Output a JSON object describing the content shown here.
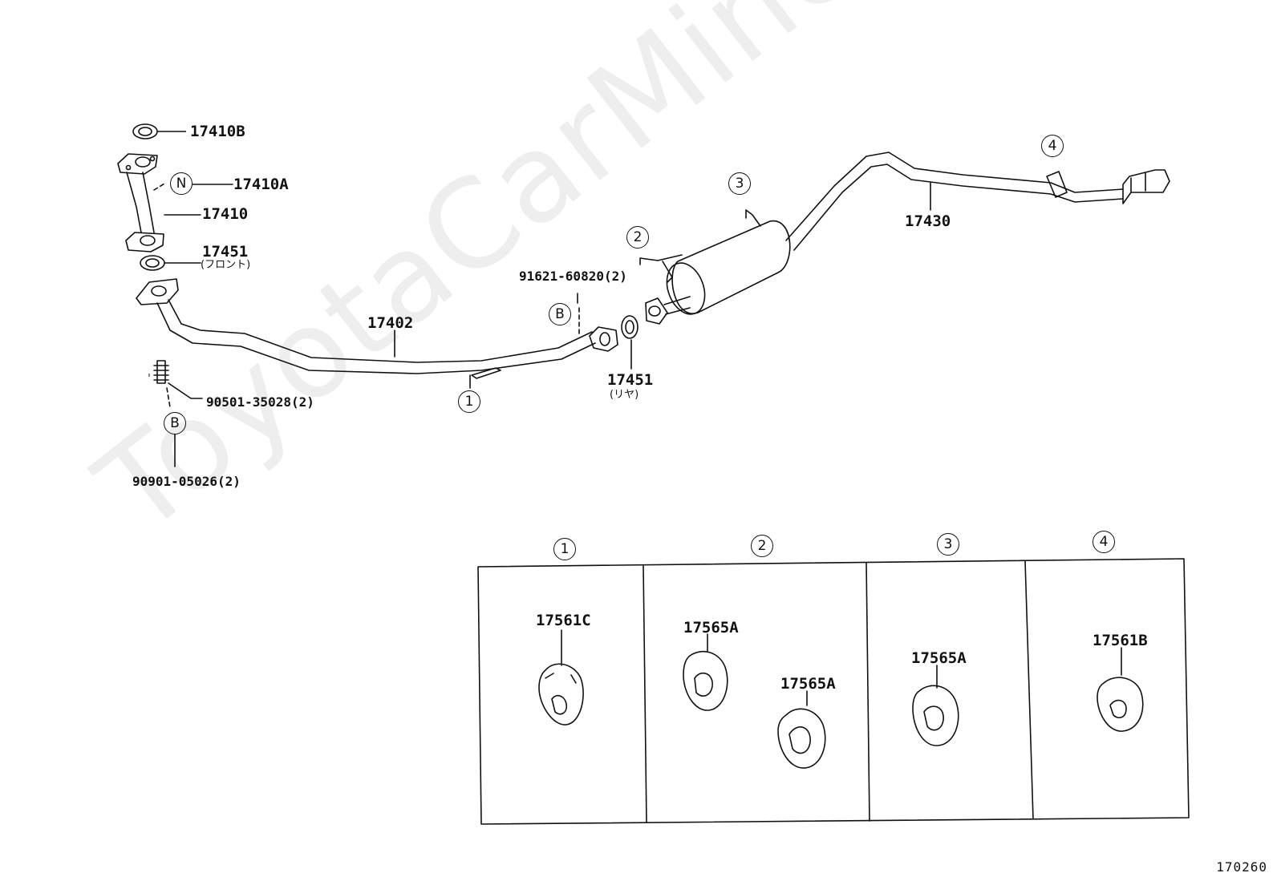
{
  "watermark": "ToyotaCarMiner.ru",
  "parts": {
    "p17410B": "17410B",
    "p17410A": "17410A",
    "p17410": "17410",
    "p17451_front": "17451",
    "p17451_front_note": "(フロント)",
    "p17402": "17402",
    "p90501": "90501-35028(2)",
    "p90901": "90901-05026(2)",
    "p91621": "91621-60820(2)",
    "p17451_rear": "17451",
    "p17451_rear_note": "(リヤ)",
    "p17430": "17430"
  },
  "markers": {
    "n": "N",
    "b": "B",
    "one": "1",
    "two": "2",
    "three": "3",
    "four": "4"
  },
  "table": {
    "col1_header": "1",
    "col2_header": "2",
    "col3_header": "3",
    "col4_header": "4",
    "col1_part": "17561C",
    "col2_part_a": "17565A",
    "col2_part_b": "17565A",
    "col3_part": "17565A",
    "col4_part": "17561B"
  },
  "reference": "170260"
}
